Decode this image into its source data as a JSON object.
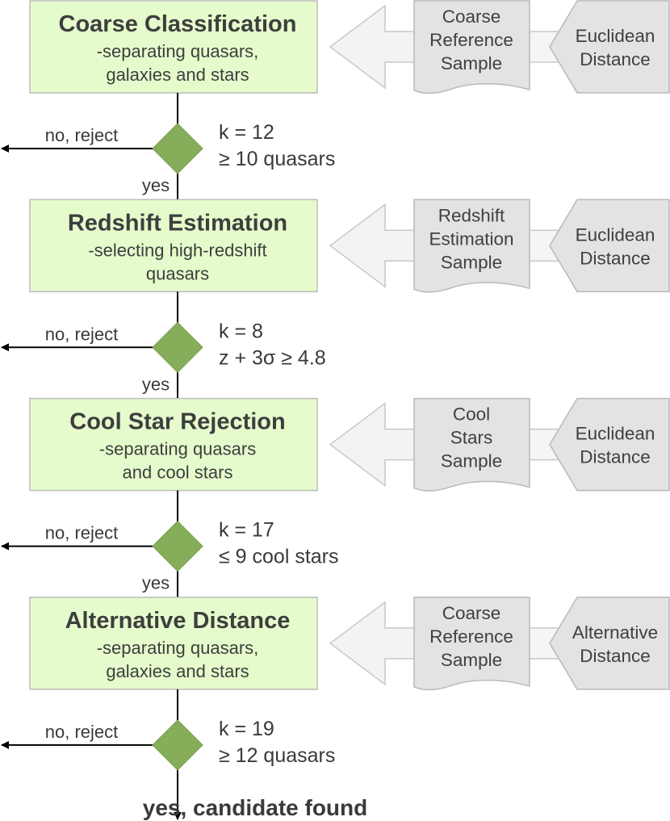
{
  "stages": [
    {
      "title": "Coarse Classification",
      "sub": [
        "-separating quasars,",
        "galaxies and stars"
      ],
      "sample": [
        "Coarse",
        "Reference",
        "Sample"
      ],
      "distance": [
        "Euclidean",
        "Distance"
      ],
      "reject": "no, reject",
      "yes": "yes",
      "cond": [
        "k = 12",
        "≥ 10 quasars"
      ]
    },
    {
      "title": "Redshift Estimation",
      "sub": [
        "-selecting high-redshift",
        "quasars"
      ],
      "sample": [
        "Redshift",
        "Estimation",
        "Sample"
      ],
      "distance": [
        "Euclidean",
        "Distance"
      ],
      "reject": "no, reject",
      "yes": "yes",
      "cond": [
        "k = 8",
        "z + 3σ ≥ 4.8"
      ]
    },
    {
      "title": "Cool Star Rejection",
      "sub": [
        "-separating quasars",
        "and cool stars"
      ],
      "sample": [
        "Cool",
        "Stars",
        "Sample"
      ],
      "distance": [
        "Euclidean",
        "Distance"
      ],
      "reject": "no, reject",
      "yes": "yes",
      "cond": [
        "k = 17",
        "≤ 9 cool stars"
      ]
    },
    {
      "title": "Alternative Distance",
      "sub": [
        "-separating quasars,",
        "galaxies and stars"
      ],
      "sample": [
        "Coarse",
        "Reference",
        "Sample"
      ],
      "distance": [
        "Alternative",
        "Distance"
      ],
      "reject": "no, reject",
      "yes": "",
      "cond": [
        "k = 19",
        "≥ 12 quasars"
      ]
    }
  ],
  "final": "yes, candidate found",
  "colors": {
    "stage_fill": "#e5fbcc",
    "diamond_fill": "#86ad5a",
    "side_fill": "#e3e3e3",
    "arrow_fill": "#f3f3f3"
  }
}
